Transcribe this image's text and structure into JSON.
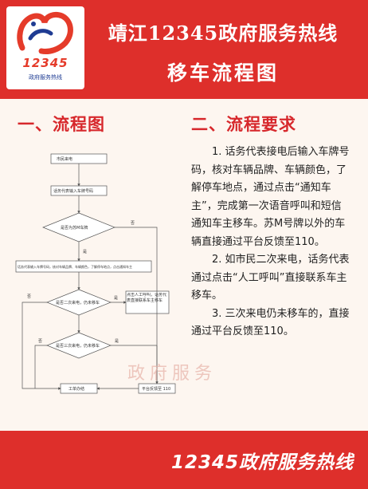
{
  "header": {
    "title": "靖江12345政府服务热线",
    "subtitle": "移车流程图",
    "logo_number": "12345",
    "logo_text": "政府服务热线"
  },
  "sections": {
    "flowchart_title": "一、流程图",
    "requirements_title": "二、流程要求"
  },
  "flowchart": {
    "start": "市民来电",
    "step1": "话务代表输入车牌号码",
    "decision1": "是否为苏M车牌",
    "no_label": "否",
    "yes_label": "是",
    "step2": "话务代表输入车牌号码，核对车辆品牌、车辆颜色，了解停车地点，点击通知车主",
    "decision2": "是否二次来电，仍未移车",
    "step3": "点击人工呼叫，话务代表直接联系车主移车",
    "decision3": "是否三次来电，仍未移车",
    "end": "工单办结",
    "feedback": "平台反馈至 110"
  },
  "requirements": [
    "1. 话务代表接电后输入车牌号码，核对车辆品牌、车辆颜色，了解停车地点，通过点击“通知车主”，完成第一次语音呼叫和短信通知车主移车。苏M号牌以外的车辆直接通过平台反馈至110。",
    "2. 如市民二次来电，话务代表通过点击“人工呼叫”直接联系车主移车。",
    "3. 三次来电仍未移车的，直接通过平台反馈至110。"
  ],
  "watermark": "政府服务",
  "footer": {
    "text": "12345政府服务热线"
  },
  "colors": {
    "primary_red": "#de2f2b",
    "heading_red": "#d7282c",
    "logo_blue": "#1f3c93"
  }
}
